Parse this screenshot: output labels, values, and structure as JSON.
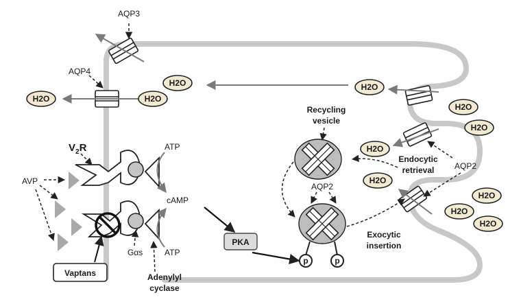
{
  "labels": {
    "aqp3": "AQP3",
    "aqp4": "AQP4",
    "v2r": "V",
    "v2r_sub": "2",
    "v2r_tail": "R",
    "avp": "AVP",
    "atp_top": "ATP",
    "camp": "cAMP",
    "atp_bottom": "ATP",
    "gas": "Gαs",
    "vaptans": "Vaptans",
    "adenylyl": "Adenylyl",
    "cyclase": "cyclase",
    "pka": "PKA",
    "recycling": "Recycling",
    "vesicle": "vesicle",
    "aqp2_mid": "AQP2",
    "endocytic": "Endocytic",
    "retrieval": "retrieval",
    "aqp2_right": "AQP2",
    "exocytic": "Exocytic",
    "insertion": "insertion",
    "p": "p"
  },
  "h2o_label": "H2O",
  "colors": {
    "membrane": "#c8c8c8",
    "h2o_fill": "#f3ead3",
    "vesicle_fill": "#bdbdbd",
    "pka_fill": "#dcdcdc"
  }
}
